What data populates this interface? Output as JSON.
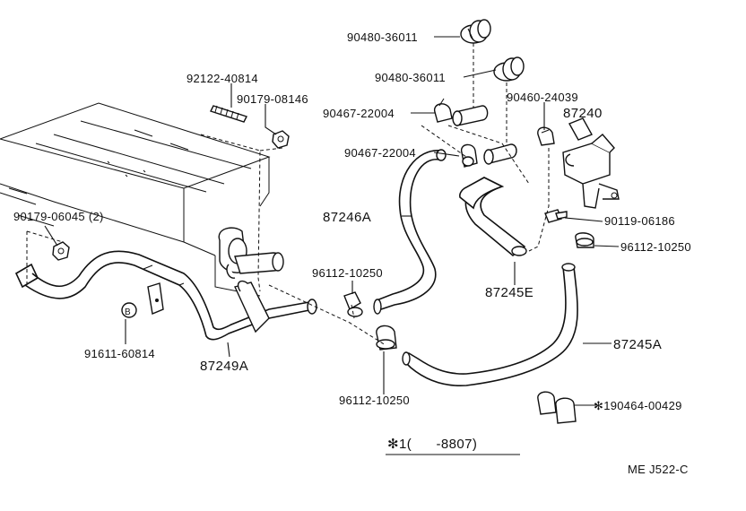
{
  "labels": {
    "p90480_top": "90480-36011",
    "p90480_mid": "90480-36011",
    "p92122": "92122-40814",
    "p90179_08146": "90179-08146",
    "p90467_top": "90467-22004",
    "p90467_mid": "90467-22004",
    "p90460": "90460-24039",
    "p87240": "87240",
    "p90179_06045": "90179-06045 (2)",
    "p87246A": "87246A",
    "p87245E": "87245E",
    "p90119": "90119-06186",
    "p96112_right": "96112-10250",
    "p96112_mid": "96112-10250",
    "p91611": "91611-60814",
    "p87249A": "87249A",
    "p87245A": "87245A",
    "p96112_bot": "96112-10250",
    "p190464": "✻190464-00429"
  },
  "footnote": "✻1(      -8807)",
  "figure_code": "ME J522-C",
  "bolt_marker": "B"
}
